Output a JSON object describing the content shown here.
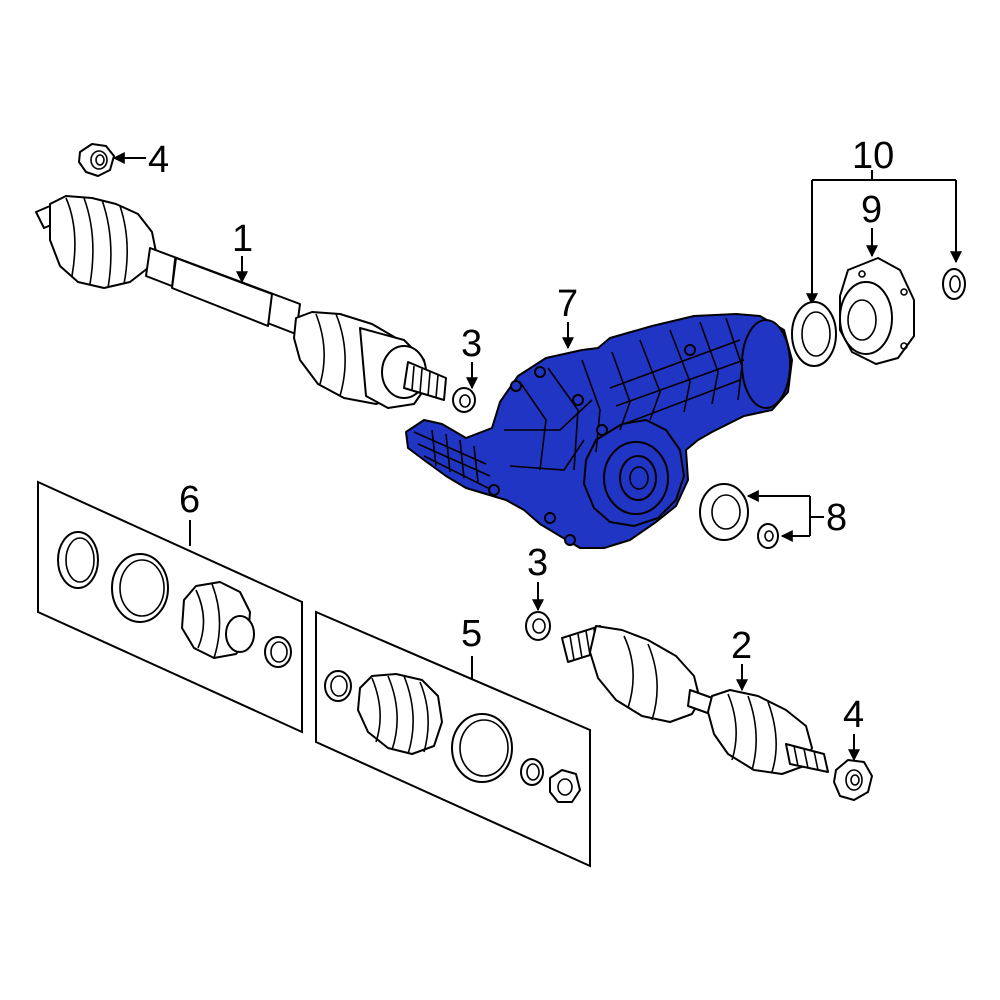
{
  "colors": {
    "highlight": "#2135c4",
    "line": "#000000",
    "background": "#ffffff"
  },
  "callouts": {
    "c1": "1",
    "c2": "2",
    "c3a": "3",
    "c3b": "3",
    "c4a": "4",
    "c4b": "4",
    "c5": "5",
    "c6": "6",
    "c7": "7",
    "c8": "8",
    "c9": "9",
    "c10": "10"
  }
}
